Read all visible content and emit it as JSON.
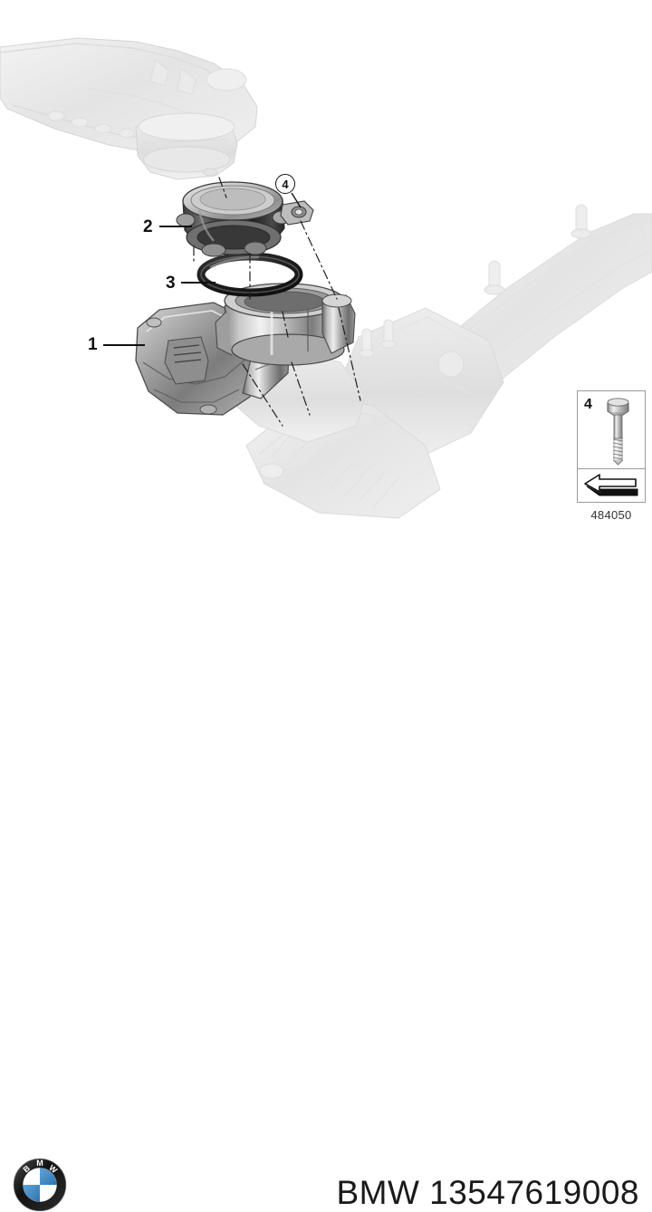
{
  "document": {
    "type": "exploded-parts-diagram",
    "brand": "BMW",
    "part_number_label": "BMW 13547619008",
    "background_color": "#ffffff"
  },
  "callouts": [
    {
      "id": "1",
      "label": "1",
      "part": "throttle-actuator-housing"
    },
    {
      "id": "2",
      "label": "2",
      "part": "cover-cap"
    },
    {
      "id": "3",
      "label": "3",
      "part": "o-ring-gasket"
    },
    {
      "id": "4",
      "label": "4",
      "part": "hex-bolt",
      "circled": true
    }
  ],
  "inset": {
    "number_label": "4",
    "caption": "484050",
    "item": "hex-head-bolt",
    "symbol": "assembly-direction-arrow"
  },
  "logo": {
    "name": "bmw-roundel",
    "letters": "BMW",
    "ring_color": "#141414",
    "blue_color": "#3a80bd",
    "white_color": "#ffffff"
  },
  "colors": {
    "line": "#111111",
    "ghost_part": "#e6e6e6",
    "metal_light": "#d8d8d8",
    "metal_mid": "#9a9a9a",
    "metal_dark": "#3a3a3a",
    "oring": "#1c1c1c",
    "inset_border": "#9a9a9a"
  }
}
